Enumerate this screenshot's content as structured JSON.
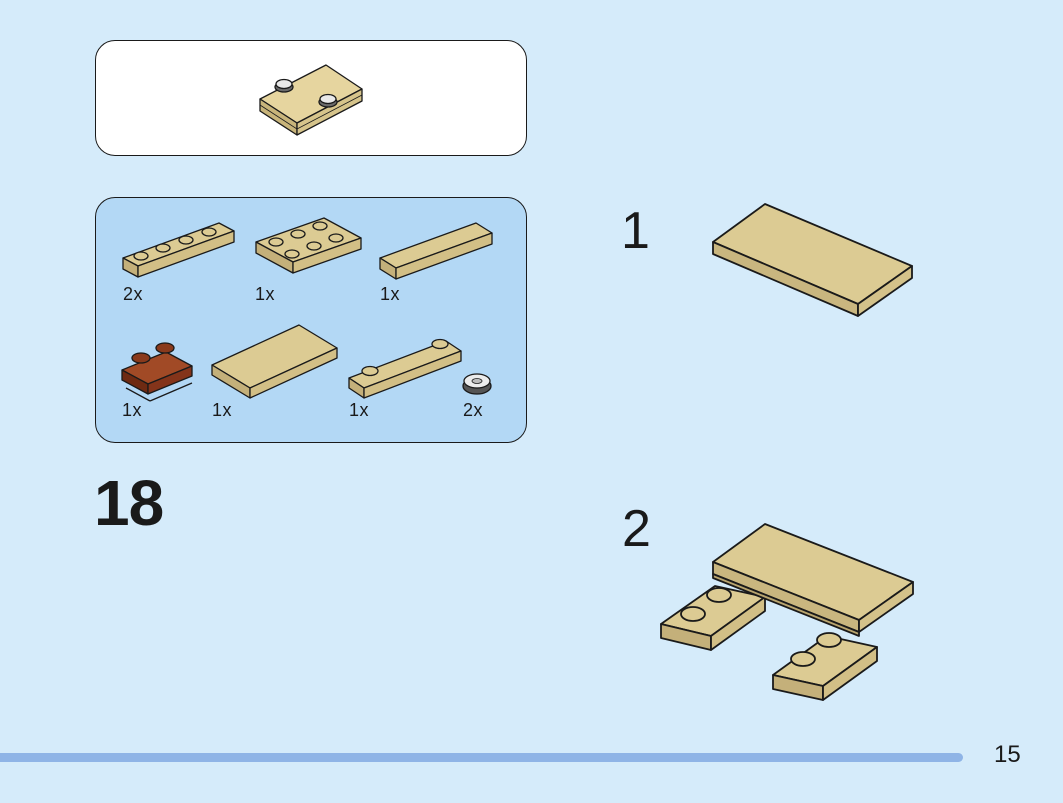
{
  "step": {
    "number": "18",
    "substeps": [
      "1",
      "2"
    ]
  },
  "parts": [
    {
      "name": "plate 1x4 tan",
      "qty": "2x"
    },
    {
      "name": "plate 2x3 tan",
      "qty": "1x"
    },
    {
      "name": "tile 1x4 tan",
      "qty": "1x"
    },
    {
      "name": "plate 1x2 with rail reddish brown",
      "qty": "1x"
    },
    {
      "name": "tile 2x4 tan",
      "qty": "1x"
    },
    {
      "name": "plate 1x4 with 2 studs tan",
      "qty": "1x"
    },
    {
      "name": "round tile 1x1 silver",
      "qty": "2x"
    }
  ],
  "page": {
    "number": "15"
  },
  "colors": {
    "background": "#d5ebfa",
    "parts_panel": "#b3d8f5",
    "tan": "#dccb93",
    "reddish_brown": "#8a3a1c",
    "bar": "#8fb4e6"
  }
}
